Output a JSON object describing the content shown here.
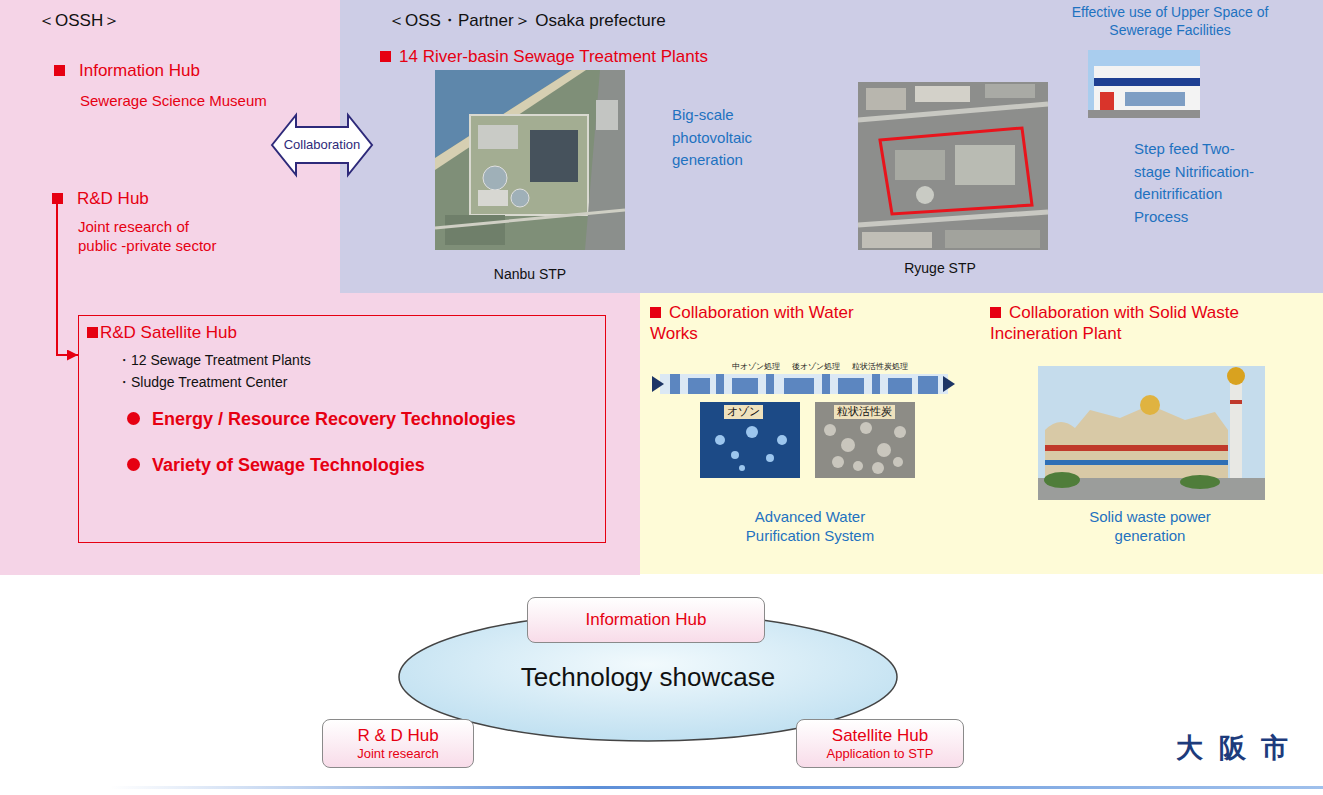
{
  "diagram": {
    "nodes": [
      {
        "text": [
          "＜OSSH＞"
        ]
      },
      {
        "text": [
          "Information Hub",
          "Sewerage Science Museum"
        ],
        "in": 0
      },
      {
        "text": [
          "R&D Hub",
          "Joint research of public -private sector"
        ],
        "in": 0
      },
      {
        "text": [
          "R&D Satellite Hub",
          "・12 Sewage Treatment Plants",
          "・Sludge Treatment Center",
          "Energy / Resource Recovery Technologies",
          "Variety of Sewage Technologies"
        ],
        "in": 0
      },
      {
        "text": [
          "＜OSS・Partner＞ Osaka prefecture"
        ]
      },
      {
        "text": [
          "14 River-basin Sewage Treatment Plants",
          "Nanbu STP",
          "Big-scale photovoltaic generation"
        ],
        "in": 4
      },
      {
        "text": [
          "Effective use of Upper Space of Sewerage Facilities",
          "Step feed Two- stage Nitrification- denitrification Process",
          "Ryuge STP"
        ],
        "in": 4
      },
      {
        "text": [
          "Collaboration with Water Works",
          "Advanced Water Purification System"
        ]
      },
      {
        "text": [
          "Collaboration with Solid Waste Incineration Plant",
          "Solid waste power generation"
        ]
      },
      {
        "text": [
          "Technology showcase"
        ]
      },
      {
        "text": [
          "Information Hub"
        ]
      },
      {
        "text": [
          "R & D Hub",
          "Joint research"
        ]
      },
      {
        "text": [
          "Satellite Hub",
          "Application to STP"
        ]
      }
    ],
    "edges": [
      {
        "from": 1,
        "to": 5,
        "label": "Collaboration",
        "arrow": "both"
      },
      {
        "from": 2,
        "to": 3,
        "arrow": "to"
      }
    ],
    "labels": [
      "中オゾン処理",
      "後オゾン処理",
      "粒状活性炭処理",
      "オゾン",
      "粒状活性炭",
      "大 阪 市"
    ]
  }
}
